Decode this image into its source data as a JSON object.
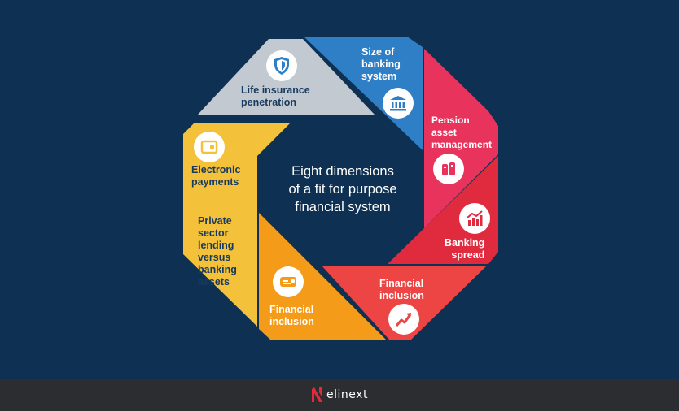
{
  "diagram": {
    "center_title": "Eight dimensions\nof a fit for purpose\nfinancial system",
    "segments": [
      {
        "label": "Life insurance\npenetration",
        "color": "#c3c9d0",
        "icon": "shield-icon"
      },
      {
        "label": "Size of\nbanking\nsystem",
        "color": "#2f7fc6",
        "icon": "bank-icon"
      },
      {
        "label": "Pension\nasset\nmanagement",
        "color": "#e8345c",
        "icon": "pension-icon"
      },
      {
        "label": "Banking\nspread",
        "color": "#e02a3e",
        "icon": "chart-icon"
      },
      {
        "label": "Financial\ninclusion",
        "color": "#ed4543",
        "icon": "trend-up-icon"
      },
      {
        "label": "Financial\ninclusion",
        "color": "#f49b1a",
        "icon": "card-icon"
      },
      {
        "label": "Private\nsector\nlending\nversus\nbanking\nassets",
        "color": "#f3c23a",
        "icon": ""
      },
      {
        "label": "Electronic\npayments",
        "color": "#f3c23a",
        "icon": "payment-card-icon"
      }
    ]
  },
  "footer": {
    "brand": "elinext",
    "brand_color": "#e12a3b"
  },
  "colors": {
    "background": "#0e3153",
    "footer_background": "#2b2d31"
  }
}
